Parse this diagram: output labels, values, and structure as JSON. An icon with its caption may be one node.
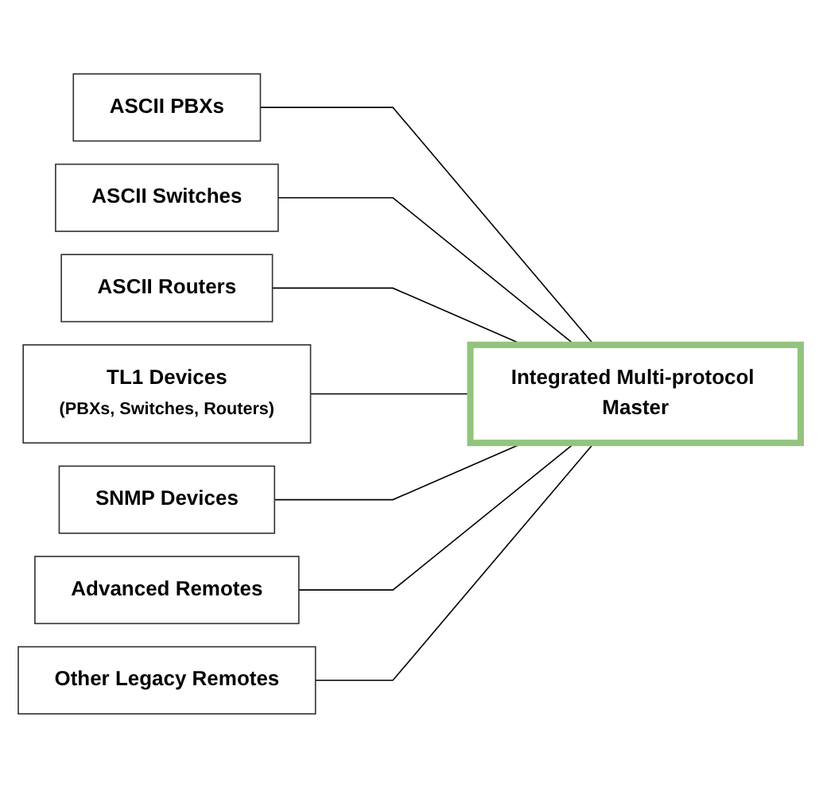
{
  "diagram": {
    "nodes": [
      {
        "text": [
          "ASCII PBXs"
        ]
      },
      {
        "text": [
          "ASCII Switches"
        ]
      },
      {
        "text": [
          "ASCII Routers"
        ]
      },
      {
        "text": [
          "TL1 Devices",
          "(PBXs, Switches, Routers)"
        ]
      },
      {
        "text": [
          "SNMP Devices"
        ]
      },
      {
        "text": [
          "Advanced Remotes"
        ]
      },
      {
        "text": [
          "Other Legacy Remotes"
        ]
      },
      {
        "text": [
          "Integrated Multi-protocol Master"
        ]
      }
    ],
    "edges": [
      {
        "from": 0,
        "to": 7,
        "arrow": "none"
      },
      {
        "from": 1,
        "to": 7,
        "arrow": "none"
      },
      {
        "from": 2,
        "to": 7,
        "arrow": "none"
      },
      {
        "from": 3,
        "to": 7,
        "arrow": "none"
      },
      {
        "from": 4,
        "to": 7,
        "arrow": "none"
      },
      {
        "from": 5,
        "to": 7,
        "arrow": "none"
      },
      {
        "from": 6,
        "to": 7,
        "arrow": "none"
      }
    ]
  }
}
